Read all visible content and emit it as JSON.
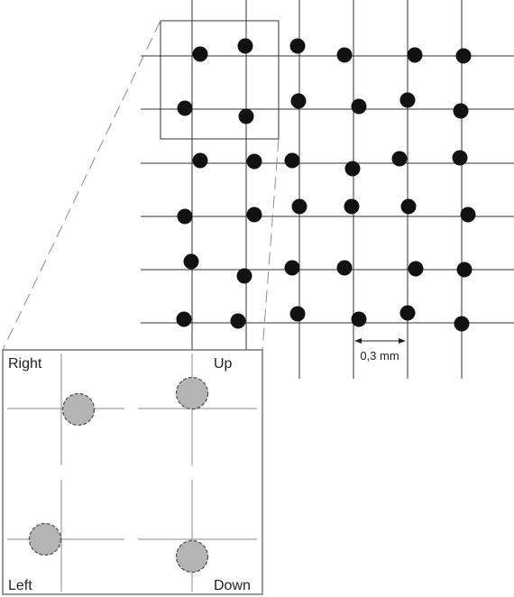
{
  "colors": {
    "line": "#333333",
    "dot": "#111111",
    "inset_border": "#777777",
    "inset_line": "#8a8a8a",
    "inset_dot_fill": "#b4b4b4",
    "inset_dot_stroke": "#555555",
    "callout_line": "#8c8c8c"
  },
  "measurement": {
    "label": "0,3 mm"
  },
  "inset": {
    "panels": [
      {
        "label": "Right",
        "shift": "right"
      },
      {
        "label": "Up",
        "shift": "up"
      },
      {
        "label": "Left",
        "shift": "left"
      },
      {
        "label": "Down",
        "shift": "down"
      }
    ]
  }
}
